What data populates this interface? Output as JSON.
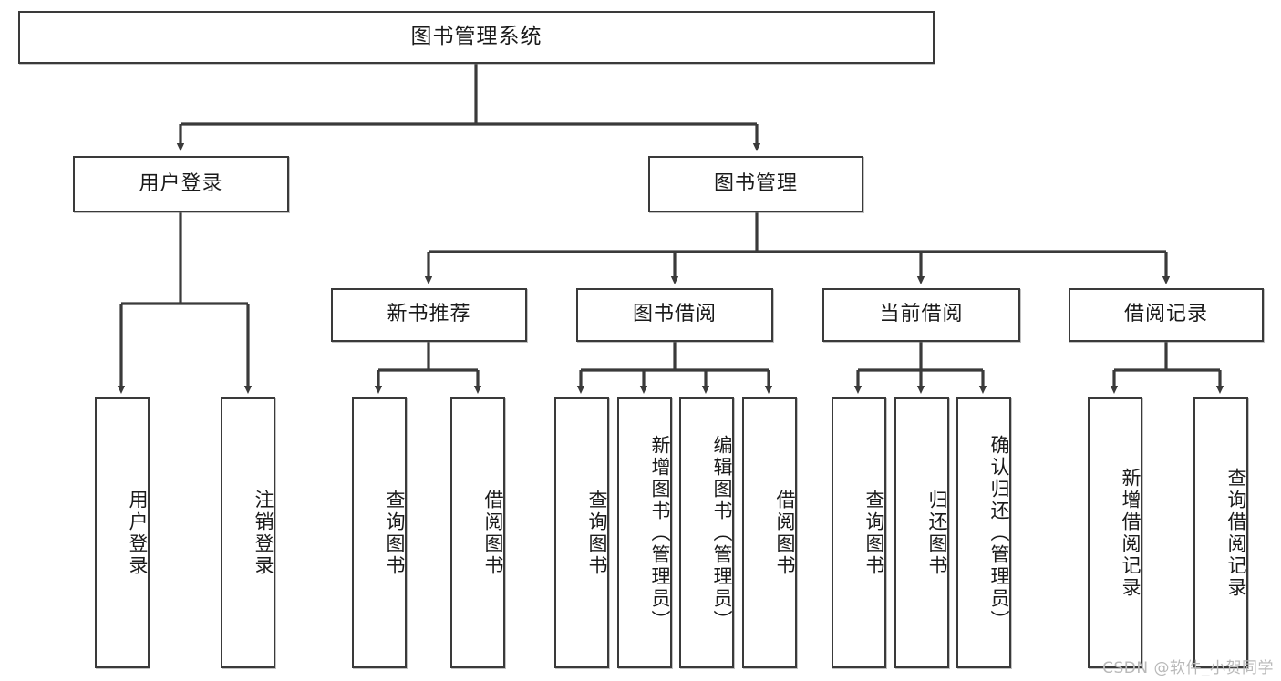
{
  "diagram": {
    "title": "图书管理系统",
    "type": "tree-hierarchy-chart",
    "watermark": "CSDN @软件_小贺同学",
    "colors": {
      "box_border": "#3a3a3a",
      "box_fill": "#ffffff",
      "connector": "#3a3a3a",
      "text": "#1a1a1a",
      "watermark": "#b9b9b9"
    },
    "levels": {
      "level1": [
        {
          "id": "root",
          "label": "图书管理系统"
        }
      ],
      "level2": [
        {
          "id": "user-login",
          "label": "用户登录"
        },
        {
          "id": "book-manage",
          "label": "图书管理"
        }
      ],
      "level3": [
        {
          "id": "new-book-rec",
          "label": "新书推荐"
        },
        {
          "id": "book-borrow",
          "label": "图书借阅"
        },
        {
          "id": "current-borrow",
          "label": "当前借阅"
        },
        {
          "id": "borrow-record",
          "label": "借阅记录"
        }
      ],
      "level4": [
        {
          "id": "leaf-user-login",
          "label": "用户登录",
          "parent": "user-login"
        },
        {
          "id": "leaf-user-logout",
          "label": "注销登录",
          "parent": "user-login"
        },
        {
          "id": "leaf-query-book-1",
          "label": "查询图书",
          "parent": "new-book-rec"
        },
        {
          "id": "leaf-borrow-book-1",
          "label": "借阅图书",
          "parent": "new-book-rec"
        },
        {
          "id": "leaf-query-book-2",
          "label": "查询图书",
          "parent": "book-borrow"
        },
        {
          "id": "leaf-add-book",
          "label": "新增图书（管理员）",
          "parent": "book-borrow"
        },
        {
          "id": "leaf-edit-book",
          "label": "编辑图书（管理员）",
          "parent": "book-borrow"
        },
        {
          "id": "leaf-borrow-book-2",
          "label": "借阅图书",
          "parent": "book-borrow"
        },
        {
          "id": "leaf-query-book-3",
          "label": "查询图书",
          "parent": "current-borrow"
        },
        {
          "id": "leaf-return-book",
          "label": "归还图书",
          "parent": "current-borrow"
        },
        {
          "id": "leaf-confirm-return",
          "label": "确认归还（管理员）",
          "parent": "current-borrow"
        },
        {
          "id": "leaf-add-record",
          "label": "新增借阅记录",
          "parent": "borrow-record"
        },
        {
          "id": "leaf-query-record",
          "label": "查询借阅记录",
          "parent": "borrow-record"
        }
      ]
    }
  }
}
